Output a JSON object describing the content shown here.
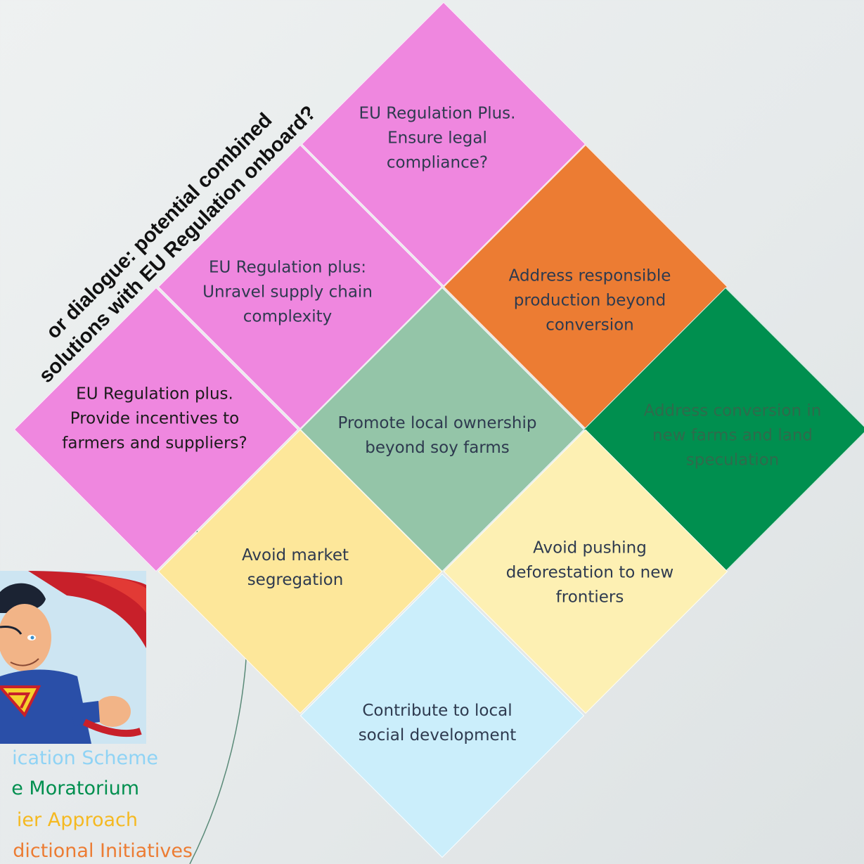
{
  "title": {
    "line1": "or dialogue: potential combined",
    "line2": "solutions with EU Regulation onboard?"
  },
  "tiles": [
    {
      "id": "top",
      "label": "EU Regulation Plus. Ensure legal compliance?",
      "color": "#ef87df",
      "text_color": "#2e3a4f"
    },
    {
      "id": "upper-left",
      "label": "EU Regulation plus: Unravel supply chain complexity",
      "color": "#ef87df",
      "text_color": "#2e3a4f"
    },
    {
      "id": "left",
      "label": "EU Regulation plus. Provide incentives to farmers and suppliers?",
      "color": "#ef87df",
      "text_color": "#1b1b1b"
    },
    {
      "id": "upper-right",
      "label": "Address responsible production beyond conversion",
      "color": "#ec7c33",
      "text_color": "#2e3a4f"
    },
    {
      "id": "center",
      "label": "Promote local ownership beyond soy farms",
      "color": "#94c5a8",
      "text_color": "#2e3a4f"
    },
    {
      "id": "right",
      "label": "Address conversion in new farms and land speculation",
      "color": "#008f4f",
      "text_color": "#2f6b4c"
    },
    {
      "id": "lower-left",
      "label": "Avoid market segregation",
      "color": "#fde79a",
      "text_color": "#2e3a4f"
    },
    {
      "id": "lower-right",
      "label": "Avoid pushing deforestation to new frontiers",
      "color": "#fdf0b3",
      "text_color": "#2e3a4f"
    },
    {
      "id": "bottom",
      "label": "Contribute to local social development",
      "color": "#cbeefb",
      "text_color": "#2e3a4f"
    }
  ],
  "legend": [
    {
      "label": "ication Scheme",
      "color": "#8fd3f5"
    },
    {
      "label": "e Moratorium",
      "color": "#008f4f"
    },
    {
      "label": "ier Approach",
      "color": "#f5b921"
    },
    {
      "label": "dictional Initiatives",
      "color": "#ec7c33"
    }
  ],
  "colors": {
    "ellipse_stroke": "#5a8a78"
  }
}
